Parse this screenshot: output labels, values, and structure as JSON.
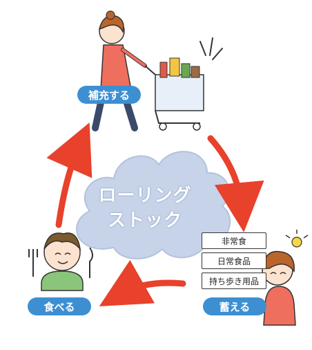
{
  "cycle": {
    "center_title_line1": "ローリング",
    "center_title_line2": "ストック",
    "steps": {
      "replenish": "補充する",
      "store": "蓄える",
      "eat": "食べる"
    },
    "stock_items": [
      "非常食",
      "日常食品",
      "持ち歩き用品"
    ]
  },
  "colors": {
    "arrow": "#e8412c",
    "pill": "#3d8fd2",
    "cloud": "#c7d3e9",
    "cloud_text": "#ffffff"
  }
}
